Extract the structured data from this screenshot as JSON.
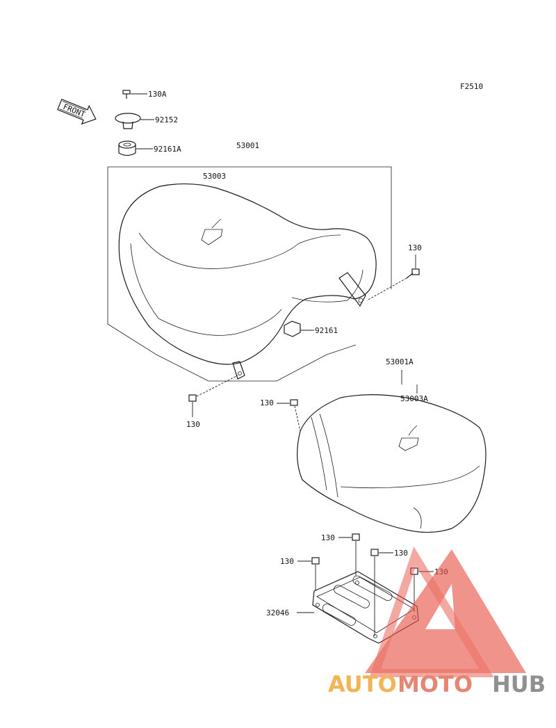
{
  "figure_code": "F2510",
  "front_indicator": "FRONT",
  "parts": {
    "bolt_top": "130A",
    "cap": "92152",
    "damper_top": "92161A",
    "seat_assy": "53001",
    "seat_front": "53003",
    "bolt_right": "130",
    "damper_mid": "92161",
    "bolt_left": "130",
    "rear_seat_assy": "53001A",
    "rear_seat": "53003A",
    "bolt_rear_seat": "130",
    "bolt_plate_a": "130",
    "bolt_plate_b": "130",
    "bolt_plate_c": "130",
    "bolt_plate_d": "130",
    "plate": "32046"
  },
  "watermark": {
    "part1": "AUTO",
    "part2": "MOTO",
    "part3": "HUB",
    "colors": {
      "auto": "#f2a73b",
      "moto": "#e46f5a",
      "hub": "#7d7d7d",
      "triangle": "#e8574a"
    }
  }
}
